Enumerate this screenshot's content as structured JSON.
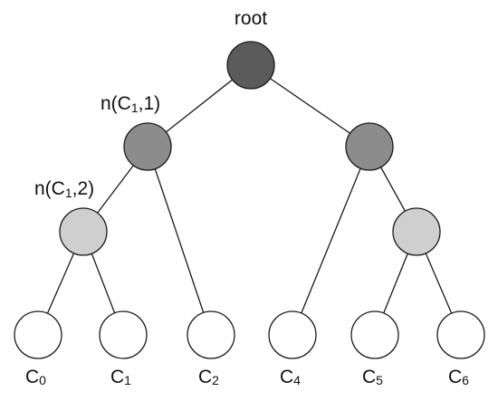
{
  "colors": {
    "root": "#5b5b5b",
    "level1": "#8c8c8c",
    "level2": "#cfcfcf",
    "leaf": "#ffffff",
    "line": "#1a1a1a",
    "text": "#111111"
  },
  "labels": {
    "root": "root",
    "n11": {
      "base": "n(C",
      "sub": "1",
      "tail": ",1)"
    },
    "n12": {
      "base": "n(C",
      "sub": "1",
      "tail": ",2)"
    },
    "c0": {
      "base": "C",
      "sub": "0"
    },
    "c1": {
      "base": "C",
      "sub": "1"
    },
    "c2": {
      "base": "C",
      "sub": "2"
    },
    "c4": {
      "base": "C",
      "sub": "4"
    },
    "c5": {
      "base": "C",
      "sub": "5"
    },
    "c6": {
      "base": "C",
      "sub": "6"
    }
  }
}
